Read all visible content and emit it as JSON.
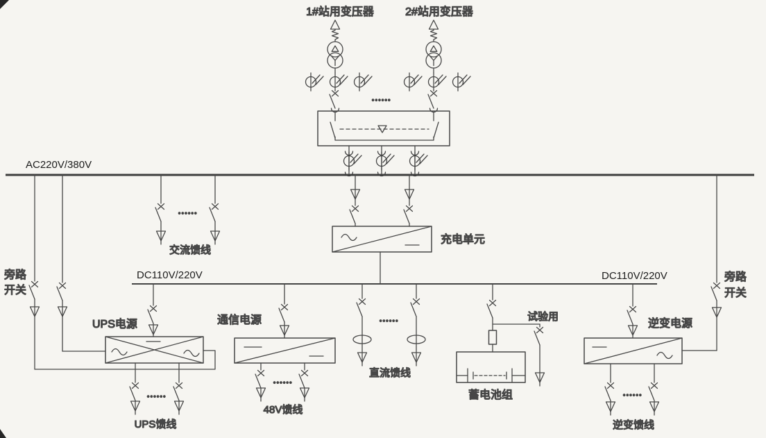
{
  "colors": {
    "line": "#474747",
    "ac_bus": "#3d3d3d",
    "text": "#1c1c1c",
    "background": "#f6f5f1"
  },
  "labels": {
    "transformer1": "1#站用变压器",
    "transformer2": "2#站用变压器",
    "ac_bus": "AC220V/380V",
    "ac_feeder": "交流馈线",
    "charger": "充电单元",
    "dc_bus": "DC110V/220V",
    "bypass_line1": "旁路",
    "bypass_line2": "开关",
    "ups": "UPS电源",
    "comm": "通信电源",
    "dc_feeder": "直流馈线",
    "test": "试验用",
    "battery": "蓄电池组",
    "inverter": "逆变电源",
    "ups_feeder": "UPS馈线",
    "feeder_48v": "48V馈线",
    "inverter_feeder": "逆变馈线",
    "dots": "••••••"
  }
}
